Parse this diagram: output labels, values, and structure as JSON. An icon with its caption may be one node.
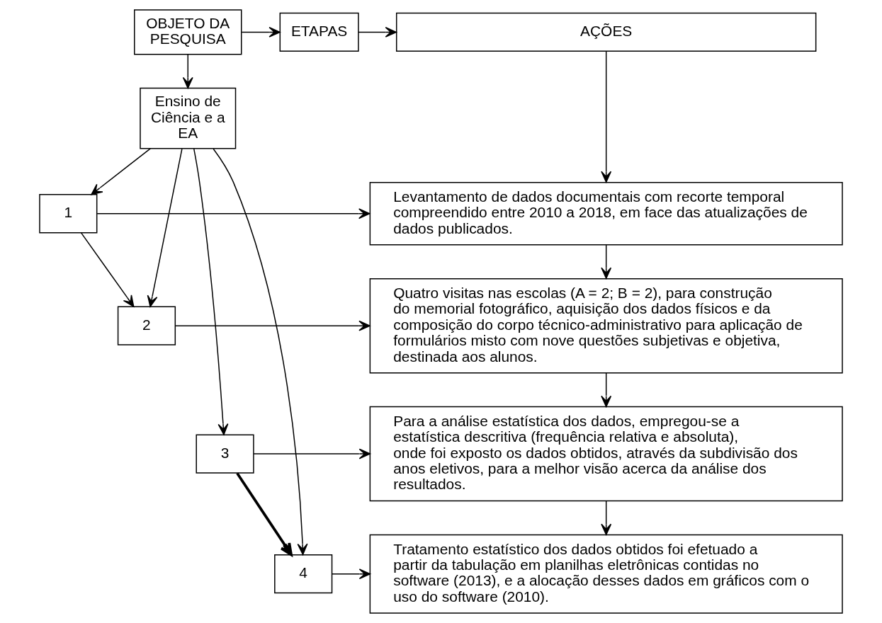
{
  "diagram": {
    "nodes": [
      {
        "text": [
          "OBJETO DA PESQUISA"
        ]
      },
      {
        "text": [
          "ETAPAS"
        ]
      },
      {
        "text": [
          "AÇÕES"
        ]
      },
      {
        "text": [
          "1"
        ]
      },
      {
        "text": [
          "Levantamento de dados documentais com recorte temporal compreendido entre 2010 a 2018, em face das atualizações de dados publicados."
        ]
      },
      {
        "text": [
          "2"
        ]
      },
      {
        "text": [
          "Quatro visitas nas escolas (A = 2; B = 2), para construção do memorial fotográfico, aquisição dos dados físicos e da composição do corpo técnico-administrativo para aplicação de formulários misto com nove questões subjetivas e objetiva, destinada aos alunos."
        ]
      },
      {
        "text": [
          "Ensino de Ciência e a EA"
        ]
      },
      {
        "text": [
          "3"
        ]
      },
      {
        "text": [
          "Para a análise estatística dos dados, empregou-se a estatística descritiva (frequência relativa e absoluta), onde foi exposto os dados obtidos, através da subdivisão dos anos eletivos, para a melhor visão acerca da análise dos resultados."
        ]
      },
      {
        "text": [
          "4"
        ]
      },
      {
        "text": [
          "Tratamento estatístico dos dados obtidos foi efetuado a partir da tabulação em planilhas eletrônicas contidas no software (2013), e a alocação desses dados em gráficos com o uso do software (2010)."
        ]
      }
    ],
    "edges": [
      {
        "from": 0,
        "to": 1,
        "arrow": "to"
      },
      {
        "from": 1,
        "to": 2,
        "arrow": "to"
      },
      {
        "from": 2,
        "to": 4,
        "arrow": "to"
      },
      {
        "from": 0,
        "to": 7,
        "arrow": "to"
      },
      {
        "from": 7,
        "to": 3,
        "arrow": "to"
      },
      {
        "from": 3,
        "to": 4,
        "arrow": "to"
      },
      {
        "from": 3,
        "to": 5,
        "arrow": "to"
      },
      {
        "from": 4,
        "to": 6,
        "arrow": "to"
      },
      {
        "from": 7,
        "to": 5,
        "arrow": "to"
      },
      {
        "from": 5,
        "to": 6,
        "arrow": "to"
      },
      {
        "from": 6,
        "to": 9,
        "arrow": "to"
      },
      {
        "from": 7,
        "to": 8,
        "arrow": "to"
      },
      {
        "from": 8,
        "to": 9,
        "arrow": "to"
      },
      {
        "from": 8,
        "to": 10,
        "arrow": "to",
        "style": "thick"
      },
      {
        "from": 9,
        "to": 11,
        "arrow": "to"
      },
      {
        "from": 7,
        "to": 10,
        "arrow": "to"
      },
      {
        "from": 10,
        "to": 11,
        "arrow": "to"
      }
    ]
  }
}
